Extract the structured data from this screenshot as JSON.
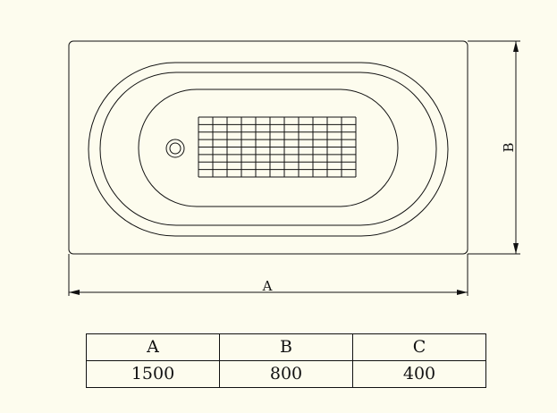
{
  "drawing": {
    "dimension_width_label": "A",
    "dimension_height_label": "B"
  },
  "spec_table": {
    "headers": [
      "A",
      "B",
      "C"
    ],
    "values": [
      "1500",
      "800",
      "400"
    ]
  },
  "colors": {
    "background": "#fdfcee",
    "line": "#111111"
  }
}
